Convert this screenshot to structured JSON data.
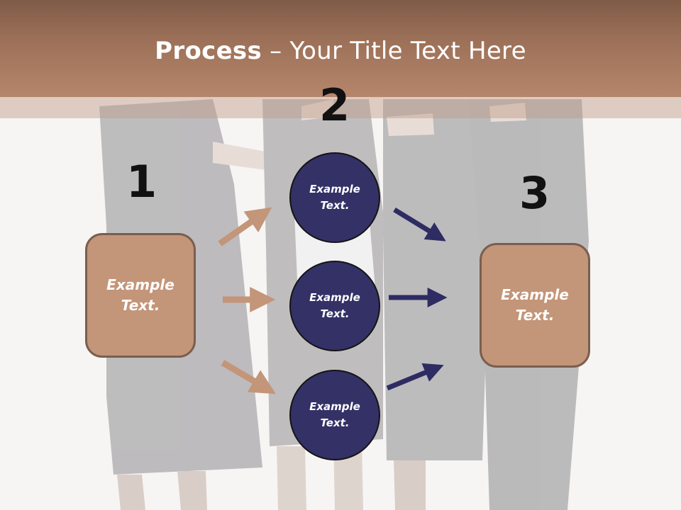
{
  "title": {
    "bold": "Process",
    "rest": " – Your Title Text Here"
  },
  "steps": {
    "one": "1",
    "two": "2",
    "three": "3"
  },
  "left_box": {
    "line1": "Example",
    "line2": "Text."
  },
  "right_box": {
    "line1": "Example",
    "line2": "Text."
  },
  "circles": [
    {
      "line1": "Example",
      "line2": "Text."
    },
    {
      "line1": "Example",
      "line2": "Text."
    },
    {
      "line1": "Example",
      "line2": "Text."
    }
  ],
  "colors": {
    "header": "#9c7058",
    "box_fill": "#c39579",
    "box_border": "#7a5e4f",
    "circle_fill": "#333166",
    "arrow_left": "#c39579",
    "arrow_right": "#2e2c63"
  }
}
